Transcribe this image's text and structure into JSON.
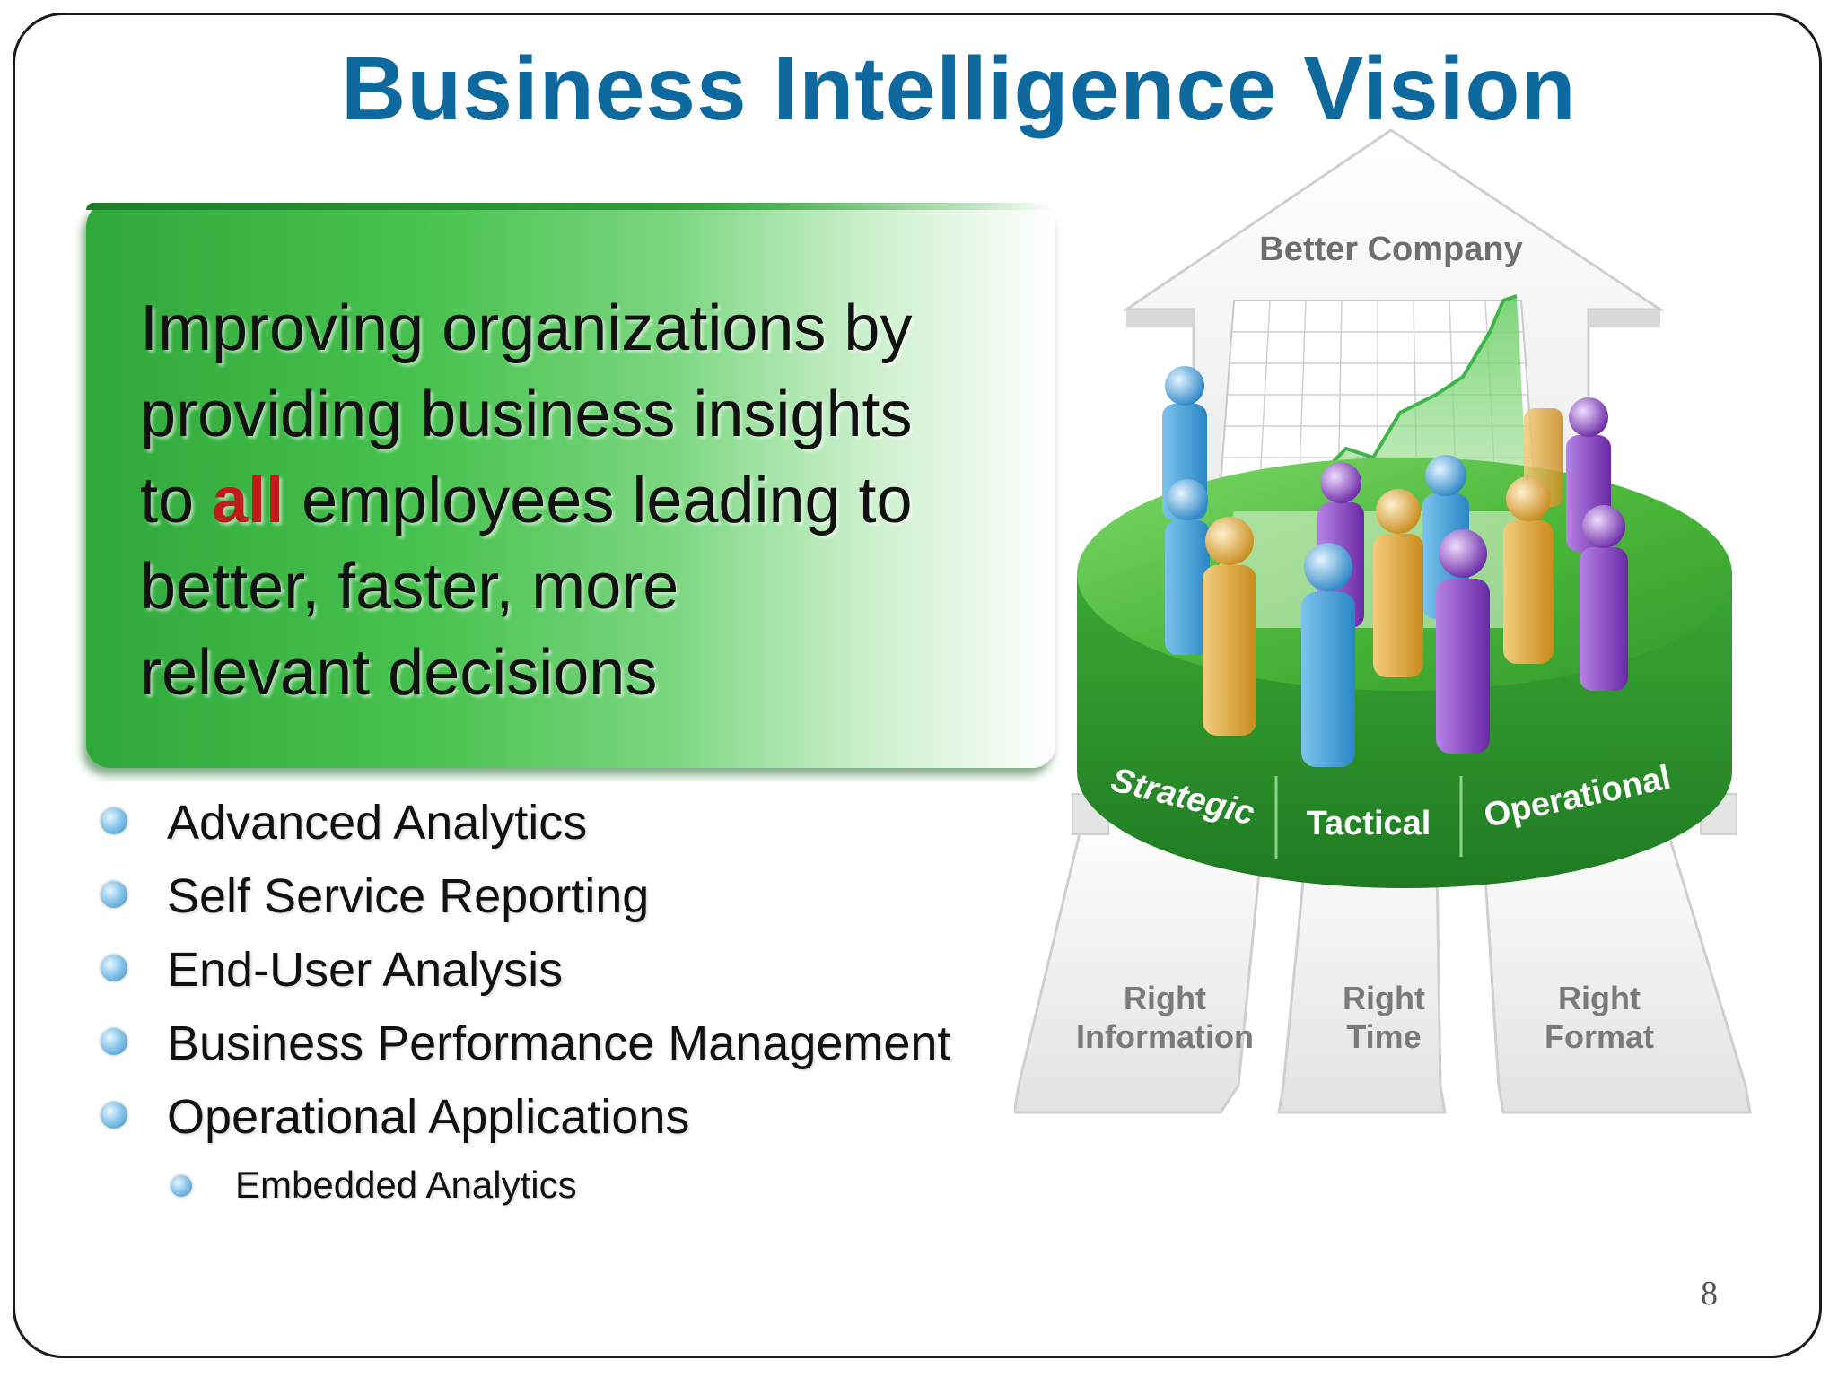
{
  "slide": {
    "title": "Business Intelligence Vision",
    "page_number": "8"
  },
  "callout": {
    "text_before": "Improving organizations by providing business insights to ",
    "emphasis": "all",
    "text_after": " employees leading to better, faster, more relevant decisions",
    "lines": [
      "Improving organizations by",
      "providing business insights",
      "to ",
      "all",
      " employees leading to",
      "better, faster, more",
      "relevant decisions"
    ]
  },
  "bullets": [
    {
      "label": "Advanced Analytics",
      "level": 1
    },
    {
      "label": "Self Service Reporting",
      "level": 1
    },
    {
      "label": "End-User Analysis",
      "level": 1
    },
    {
      "label": "Business Performance Management",
      "level": 1
    },
    {
      "label": "Operational Applications",
      "level": 1
    },
    {
      "label": "Embedded Analytics",
      "level": 2
    }
  ],
  "diagram": {
    "top_arrow_label": "Better Company",
    "platform_labels": [
      "Strategic",
      "Tactical",
      "Operational"
    ],
    "bottom_arrows": [
      {
        "line1": "Right",
        "line2": "Information"
      },
      {
        "line1": "Right",
        "line2": "Time"
      },
      {
        "line1": "Right",
        "line2": "Format"
      }
    ]
  },
  "colors": {
    "title": "#0e6a9e",
    "emphasis": "#c11a1a",
    "green": "#3fb448",
    "person_blue": "#3b9bd6",
    "person_purple": "#8a3fc4",
    "person_orange": "#e0a030"
  }
}
